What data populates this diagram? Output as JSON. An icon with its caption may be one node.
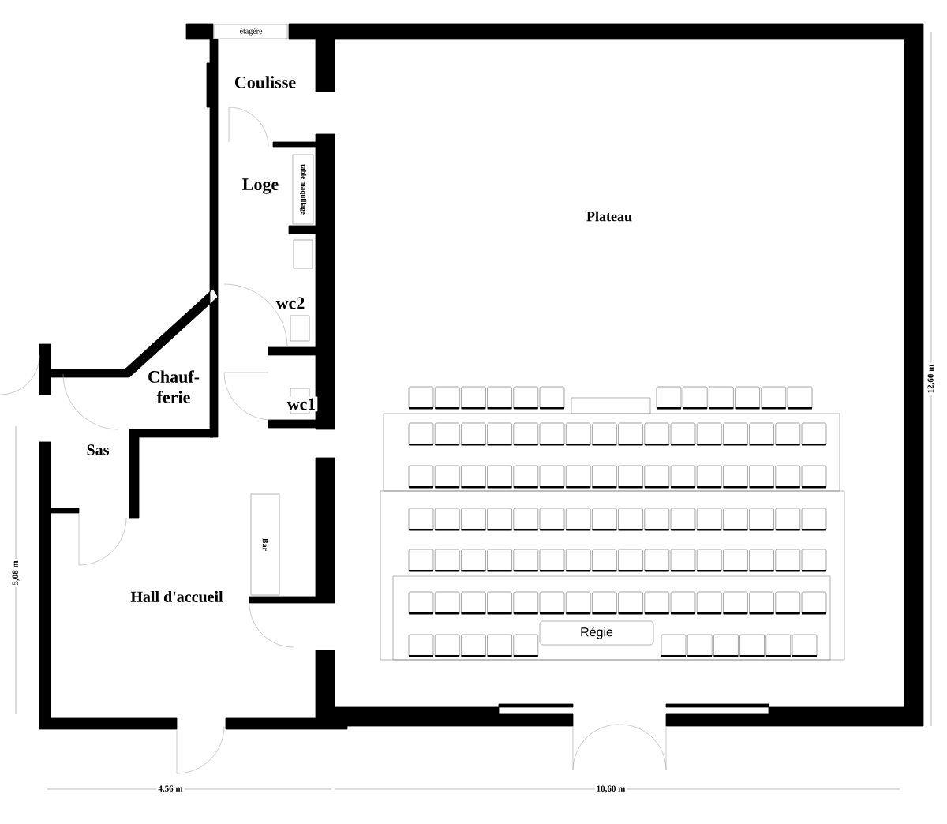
{
  "diagram": {
    "nodes": [
      {
        "text": [
          "étagère"
        ]
      },
      {
        "text": [
          "table maquillage"
        ]
      },
      {
        "text": [
          "Bar"
        ]
      },
      {
        "text": [
          "Régie"
        ]
      }
    ],
    "labels": [
      "Coulisse",
      "Loge",
      "Plateau",
      "wc2",
      "Chauf-ferie",
      "wc1",
      "Sas",
      "Hall d'accueil",
      "5,08 m",
      "12,60 m",
      "4,56 m",
      "10,60 m"
    ]
  }
}
